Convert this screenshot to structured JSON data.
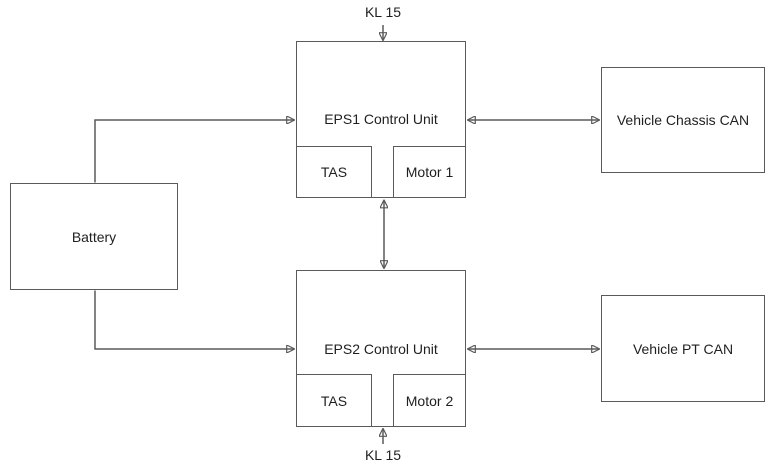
{
  "diagram": {
    "background_color": "#ffffff",
    "line_color": "#5a5a5a",
    "arrowhead_color": "#2e2e2e",
    "text_color": "#1f1f1f",
    "nodes": {
      "kl15_top": {
        "label": "KL 15"
      },
      "kl15_bottom": {
        "label": "KL 15"
      },
      "eps1": {
        "label": "EPS1 Control Unit"
      },
      "eps1_tas": {
        "label": "TAS"
      },
      "eps1_motor": {
        "label": "Motor 1"
      },
      "eps2": {
        "label": "EPS2 Control Unit"
      },
      "eps2_tas": {
        "label": "TAS"
      },
      "eps2_motor": {
        "label": "Motor 2"
      },
      "battery": {
        "label": "Battery"
      },
      "chassis_can": {
        "label": "Vehicle Chassis CAN"
      },
      "pt_can": {
        "label": "Vehicle PT CAN"
      }
    },
    "connections": [
      {
        "from": "kl15_top",
        "to": "eps1",
        "direction": "one-way"
      },
      {
        "from": "battery",
        "to": "eps1",
        "direction": "one-way"
      },
      {
        "from": "battery",
        "to": "eps2",
        "direction": "one-way"
      },
      {
        "from": "eps1",
        "to": "chassis_can",
        "direction": "two-way"
      },
      {
        "from": "eps1",
        "to": "eps2",
        "direction": "two-way"
      },
      {
        "from": "eps2",
        "to": "pt_can",
        "direction": "two-way"
      },
      {
        "from": "kl15_bottom",
        "to": "eps2",
        "direction": "one-way"
      }
    ]
  }
}
